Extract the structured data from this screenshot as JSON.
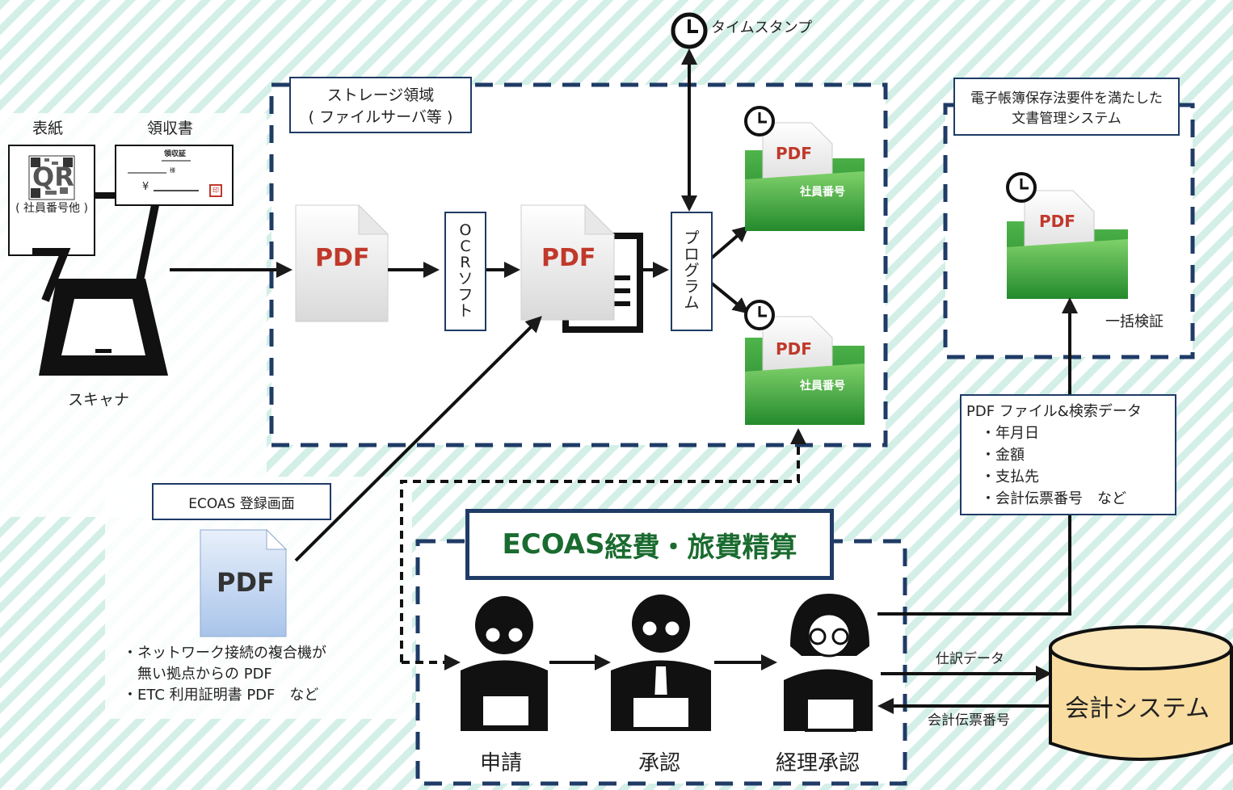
{
  "timestamp_label": "タイムスタンプ",
  "storage_label_line1": "ストレージ領域",
  "storage_label_line2": "( ファイルサーバ等 )",
  "cover_label": "表紙",
  "receipt_label": "領収書",
  "receipt_title": "領収証",
  "receipt_sama": "様",
  "receipt_yen": "¥",
  "receipt_stamp": "印",
  "qr_text": "QR",
  "qr_sub": "( 社員番号他 )",
  "scanner_label": "スキャナ",
  "pdf_word": "PDF",
  "ocr_chars": [
    "O",
    "C",
    "R",
    "ソ",
    "フ",
    "ト"
  ],
  "program_chars": [
    "プ",
    "ロ",
    "グ",
    "ラ",
    "ム"
  ],
  "folder_label": "社員番号",
  "dms_label_line1": "電子帳簿保存法要件を満たした",
  "dms_label_line2": "文書管理システム",
  "verify_label": "一括検証",
  "search_box_title": "PDF ファイル&検索データ",
  "search_items": [
    "・年月日",
    "・金額",
    "・支払先",
    "・会計伝票番号　など"
  ],
  "ecoas_register_label": "ECOAS 登録画面",
  "notes_lines": [
    "・ネットワーク接続の複合機が",
    "　無い拠点からの PDF",
    "・ETC 利用証明書 PDF　など"
  ],
  "ecoas_title_latin": "ECOAS",
  "ecoas_title_jp": " 経費・旅費精算",
  "person_labels": [
    "申請",
    "承認",
    "経理承認"
  ],
  "journal_label": "仕訳データ",
  "voucher_label": "会計伝票番号",
  "accounting_label": "会計システム",
  "colors": {
    "navy": "#1f3b66",
    "folder_green": "#2f9a3a",
    "ecoas_green": "#1a6b2f",
    "pdf_red": "#c0392b",
    "cylinder_fill": "#f9dca0",
    "stripe": "#cfeee6"
  }
}
